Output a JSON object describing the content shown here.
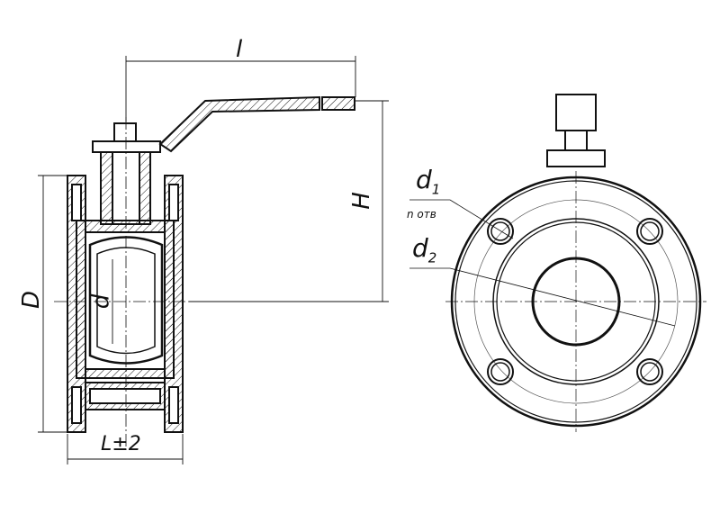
{
  "title": "Ball valve technical drawing",
  "labels": {
    "handle_length": "l",
    "height": "H",
    "flange_diameter": "D",
    "bore_diameter": "d",
    "length": "L±2",
    "hole_diameter": "d",
    "hole_diameter_sub": "1",
    "hole_count": "n отв",
    "bolt_circle": "d",
    "bolt_circle_sub": "2"
  },
  "colors": {
    "line": "#111111",
    "thin": "#555555"
  }
}
